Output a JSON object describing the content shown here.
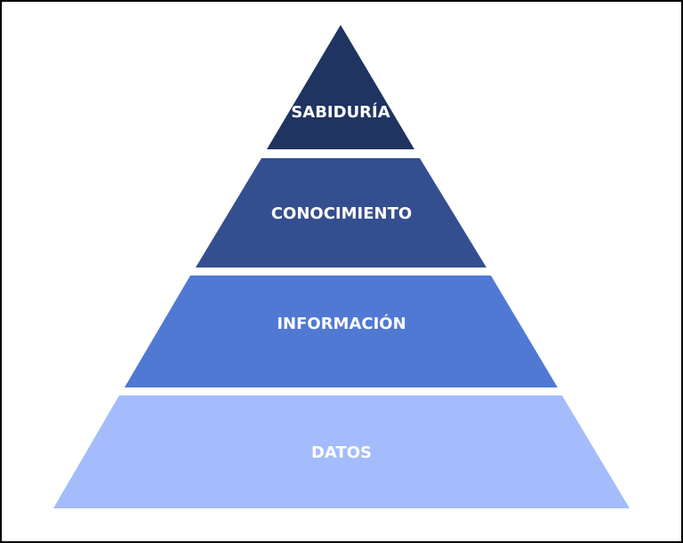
{
  "pyramid": {
    "levels": [
      {
        "label": "SABIDURÍA",
        "color": "#1f3461"
      },
      {
        "label": "CONOCIMIENTO",
        "color": "#344f8f"
      },
      {
        "label": "INFORMACIÓN",
        "color": "#5079d4"
      },
      {
        "label": "DATOS",
        "color": "#a4bcfb"
      }
    ]
  }
}
